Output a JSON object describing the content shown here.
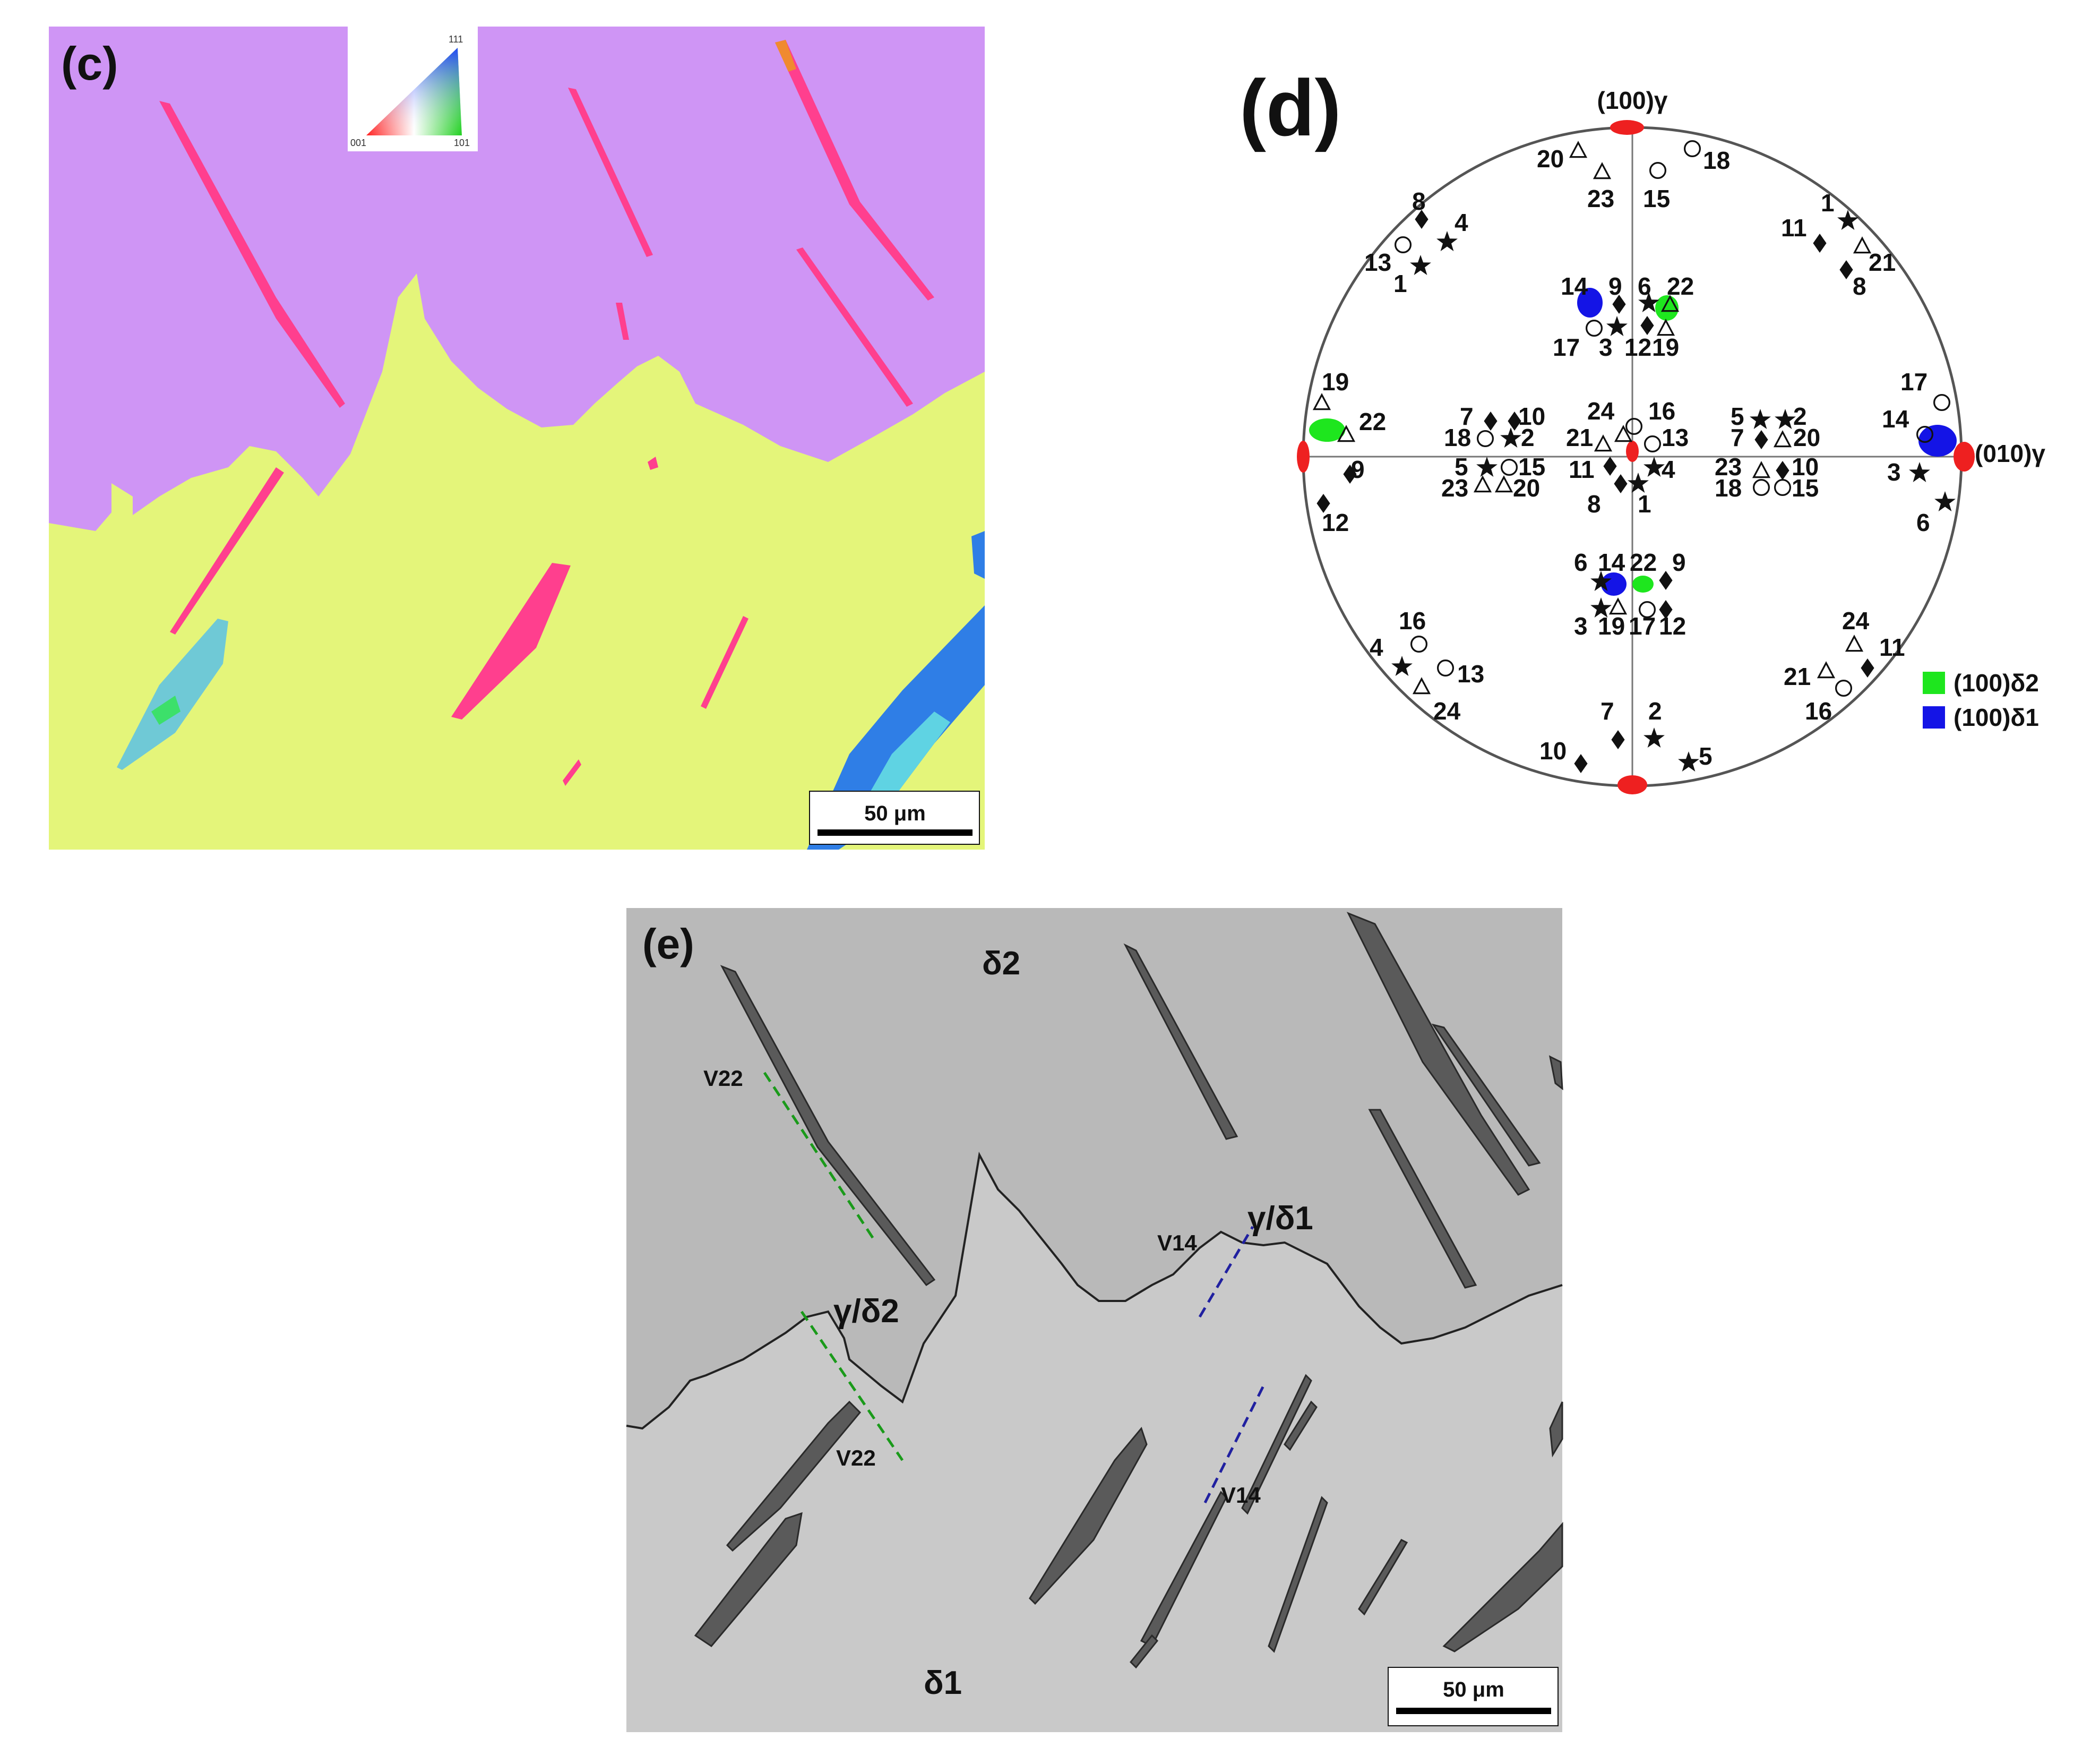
{
  "panel_c": {
    "label": "(c)",
    "ipf_key": {
      "corner_001": "001",
      "corner_101": "101",
      "corner_111": "111"
    },
    "scale_bar": "50 μm",
    "colors": {
      "upper_grain": "#cf95f5",
      "lower_grain": "#e4f57a",
      "lath": "#ff3f8e"
    }
  },
  "panel_d": {
    "label": "(d)",
    "axis_top": "(100)γ",
    "axis_right": "(010)γ",
    "legend": [
      {
        "label": "(100)δ2",
        "color": "#1ee61e"
      },
      {
        "label": "(100)δ1",
        "color": "#1414e6"
      }
    ],
    "variant_numbers": {
      "top_arc": [
        "20",
        "18",
        "23",
        "15",
        "8",
        "4",
        "13",
        "1",
        "1",
        "11",
        "21",
        "8"
      ],
      "upper_cluster": [
        "14",
        "9",
        "6",
        "22",
        "17",
        "3",
        "12",
        "19"
      ],
      "left_cluster": [
        "19",
        "22",
        "9",
        "12"
      ],
      "center_left": [
        "7",
        "10",
        "18",
        "2",
        "5",
        "15",
        "23",
        "20"
      ],
      "center": [
        "24",
        "16",
        "21",
        "13",
        "11",
        "4",
        "8",
        "1"
      ],
      "center_right": [
        "5",
        "2",
        "7",
        "20",
        "23",
        "10",
        "18",
        "15"
      ],
      "right_cluster": [
        "17",
        "14",
        "3",
        "6"
      ],
      "lower_cluster": [
        "6",
        "14",
        "22",
        "9",
        "3",
        "19",
        "17",
        "12"
      ],
      "lower_arc": [
        "16",
        "4",
        "13",
        "24",
        "24",
        "11",
        "21",
        "16",
        "7",
        "2",
        "10",
        "5"
      ]
    }
  },
  "panel_e": {
    "label": "(e)",
    "phase_top": "δ2",
    "phase_bottom": "δ1",
    "interface_left": "γ/δ2",
    "interface_right": "γ/δ1",
    "variants": [
      "V22",
      "V22",
      "V14",
      "V14"
    ],
    "scale_bar": "50 μm"
  }
}
